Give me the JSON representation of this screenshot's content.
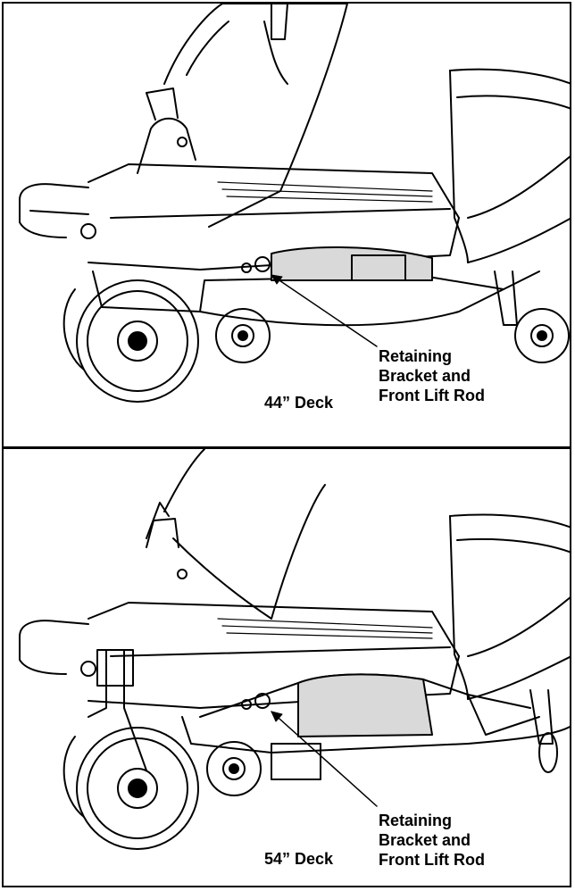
{
  "figures": [
    {
      "deck_label": "44” Deck",
      "callout_lines": [
        "Retaining",
        "Bracket and",
        "Front Lift Rod"
      ]
    },
    {
      "deck_label": "54” Deck",
      "callout_lines": [
        "Retaining",
        "Bracket and",
        "Front Lift Rod"
      ]
    }
  ],
  "colors": {
    "ink": "#000000",
    "paper": "#ffffff",
    "shade": "#d9d9d9"
  }
}
